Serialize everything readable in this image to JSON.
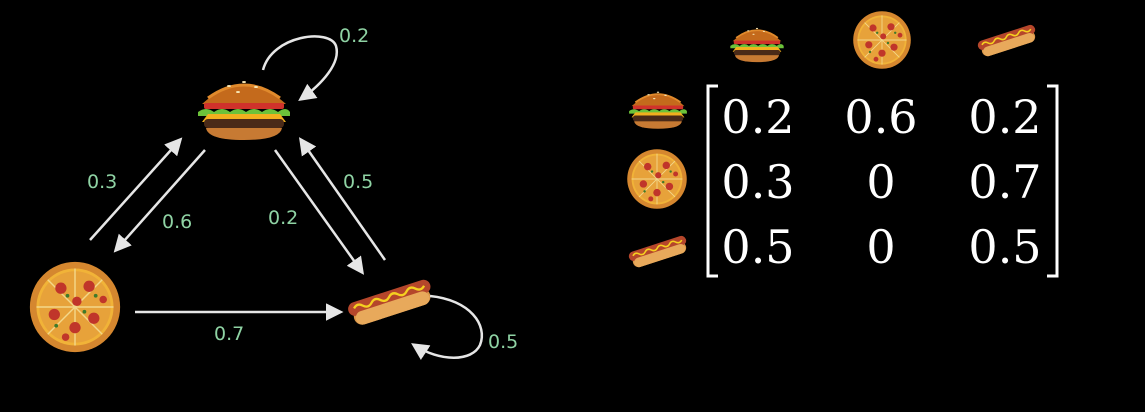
{
  "colors": {
    "background": "#000000",
    "arrow": "#e6e6e6",
    "edge_label": "#8fd3a4",
    "matrix_text": "#ffffff"
  },
  "nodes": {
    "burger": "burger-icon",
    "pizza": "pizza-icon",
    "hotdog": "hotdog-icon"
  },
  "edges": {
    "burger_self": "0.2",
    "pizza_to_burger": "0.3",
    "burger_to_pizza": "0.6",
    "burger_to_hotdog": "0.2",
    "hotdog_to_burger": "0.5",
    "pizza_to_hotdog": "0.7",
    "hotdog_self": "0.5"
  },
  "matrix": {
    "columns": [
      "burger-icon",
      "pizza-icon",
      "hotdog-icon"
    ],
    "rows": [
      {
        "icon": "burger-icon",
        "values": [
          "0.2",
          "0.6",
          "0.2"
        ]
      },
      {
        "icon": "pizza-icon",
        "values": [
          "0.3",
          "0",
          "0.7"
        ]
      },
      {
        "icon": "hotdog-icon",
        "values": [
          "0.5",
          "0",
          "0.5"
        ]
      }
    ]
  }
}
